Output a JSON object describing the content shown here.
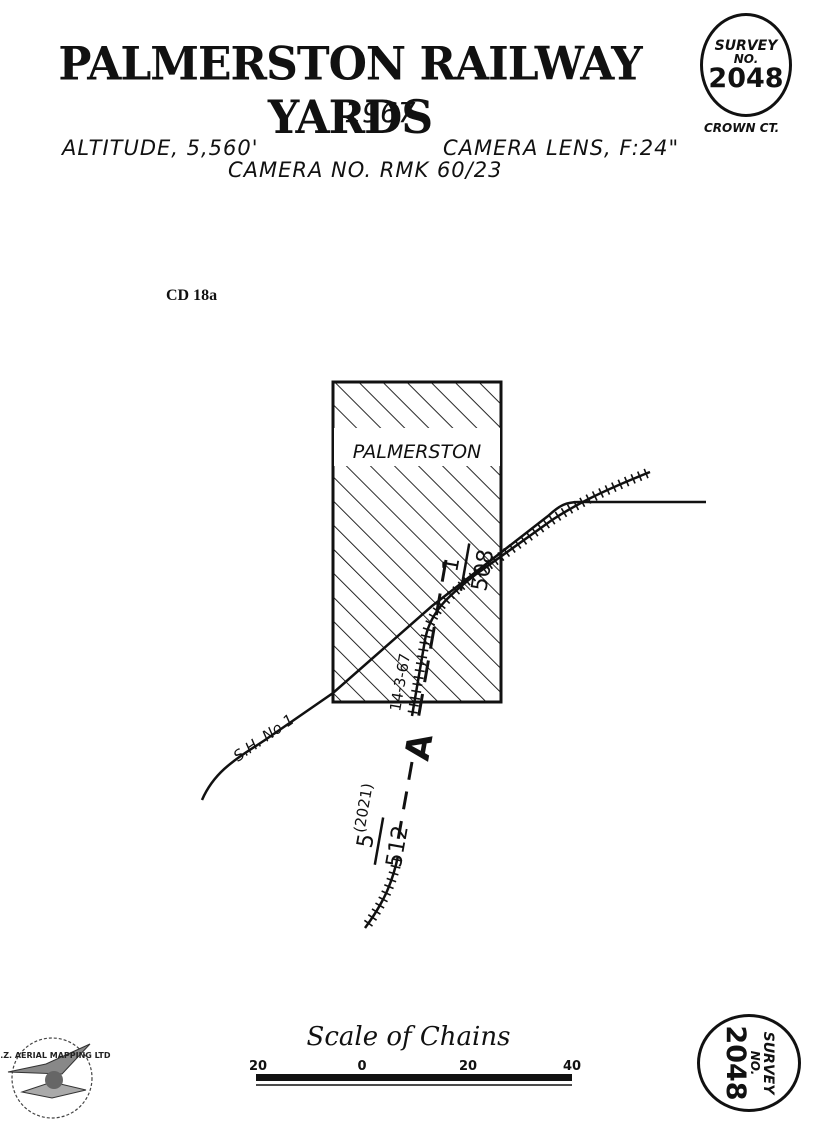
{
  "header": {
    "title": "PALMERSTON RAILWAY YARDS",
    "year": "1967",
    "altitude": "ALTITUDE, 5,560'",
    "camera_lens": "CAMERA LENS, F:24\"",
    "camera_no": "CAMERA NO. RMK 60/23",
    "crown": "CROWN CT."
  },
  "survey_badge": {
    "label": "SURVEY",
    "no": "NO.",
    "number": "2048"
  },
  "reference": "CD 18a",
  "map": {
    "town_label": "PALMERSTON",
    "road_label": "S.H. No 1",
    "run_a": {
      "top_fraction_num": "1",
      "top_fraction_den": "508",
      "date": "14-3-67",
      "letter": "A",
      "bottom_fraction_num": "5",
      "bottom_paren": "(2021)",
      "bottom_fraction_den": "512"
    }
  },
  "scale": {
    "title": "Scale of Chains",
    "ticks": [
      "20",
      "0",
      "20",
      "40"
    ]
  },
  "logo": {
    "text": "N.Z. AERIAL MAPPING LTD"
  }
}
